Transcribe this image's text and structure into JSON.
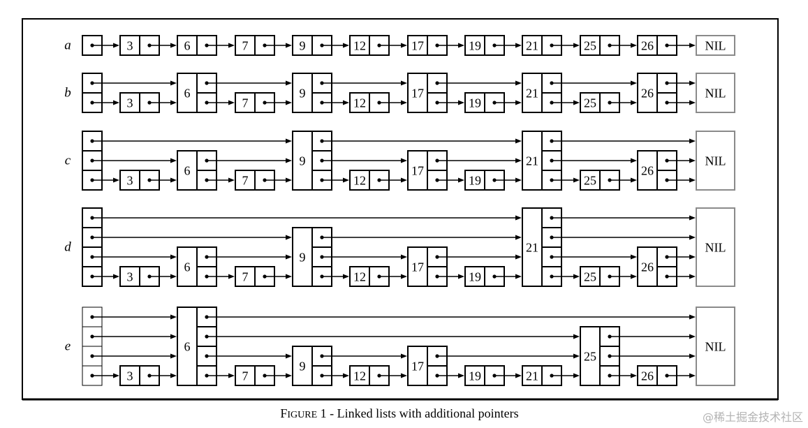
{
  "figure": {
    "caption_prefix": "FIGURE",
    "caption_text": "1 - Linked lists with additional pointers"
  },
  "nil_label": "NIL",
  "rows": [
    {
      "label": "a",
      "head_levels": 1,
      "nodes": [
        {
          "key": "3",
          "levels": 1
        },
        {
          "key": "6",
          "levels": 1
        },
        {
          "key": "7",
          "levels": 1
        },
        {
          "key": "9",
          "levels": 1
        },
        {
          "key": "12",
          "levels": 1
        },
        {
          "key": "17",
          "levels": 1
        },
        {
          "key": "19",
          "levels": 1
        },
        {
          "key": "21",
          "levels": 1
        },
        {
          "key": "25",
          "levels": 1
        },
        {
          "key": "26",
          "levels": 1
        }
      ]
    },
    {
      "label": "b",
      "head_levels": 2,
      "nodes": [
        {
          "key": "3",
          "levels": 1
        },
        {
          "key": "6",
          "levels": 2
        },
        {
          "key": "7",
          "levels": 1
        },
        {
          "key": "9",
          "levels": 2
        },
        {
          "key": "12",
          "levels": 1
        },
        {
          "key": "17",
          "levels": 2
        },
        {
          "key": "19",
          "levels": 1
        },
        {
          "key": "21",
          "levels": 2
        },
        {
          "key": "25",
          "levels": 1
        },
        {
          "key": "26",
          "levels": 2
        }
      ]
    },
    {
      "label": "c",
      "head_levels": 3,
      "nodes": [
        {
          "key": "3",
          "levels": 1
        },
        {
          "key": "6",
          "levels": 2
        },
        {
          "key": "7",
          "levels": 1
        },
        {
          "key": "9",
          "levels": 3
        },
        {
          "key": "12",
          "levels": 1
        },
        {
          "key": "17",
          "levels": 2
        },
        {
          "key": "19",
          "levels": 1
        },
        {
          "key": "21",
          "levels": 3
        },
        {
          "key": "25",
          "levels": 1
        },
        {
          "key": "26",
          "levels": 2
        }
      ]
    },
    {
      "label": "d",
      "head_levels": 4,
      "nodes": [
        {
          "key": "3",
          "levels": 1
        },
        {
          "key": "6",
          "levels": 2
        },
        {
          "key": "7",
          "levels": 1
        },
        {
          "key": "9",
          "levels": 3
        },
        {
          "key": "12",
          "levels": 1
        },
        {
          "key": "17",
          "levels": 2
        },
        {
          "key": "19",
          "levels": 1
        },
        {
          "key": "21",
          "levels": 4
        },
        {
          "key": "25",
          "levels": 1
        },
        {
          "key": "26",
          "levels": 2
        }
      ]
    },
    {
      "label": "e",
      "head_levels": 4,
      "nodes": [
        {
          "key": "3",
          "levels": 1
        },
        {
          "key": "6",
          "levels": 4
        },
        {
          "key": "7",
          "levels": 1
        },
        {
          "key": "9",
          "levels": 2
        },
        {
          "key": "12",
          "levels": 1
        },
        {
          "key": "17",
          "levels": 2
        },
        {
          "key": "19",
          "levels": 1
        },
        {
          "key": "21",
          "levels": 1
        },
        {
          "key": "25",
          "levels": 3
        },
        {
          "key": "26",
          "levels": 1
        }
      ]
    }
  ],
  "colors": {
    "ink": "#000000",
    "nil_border": "#8a8a8a",
    "watermark": "#b3b3b3"
  },
  "watermark": "@稀土掘金技术社区"
}
